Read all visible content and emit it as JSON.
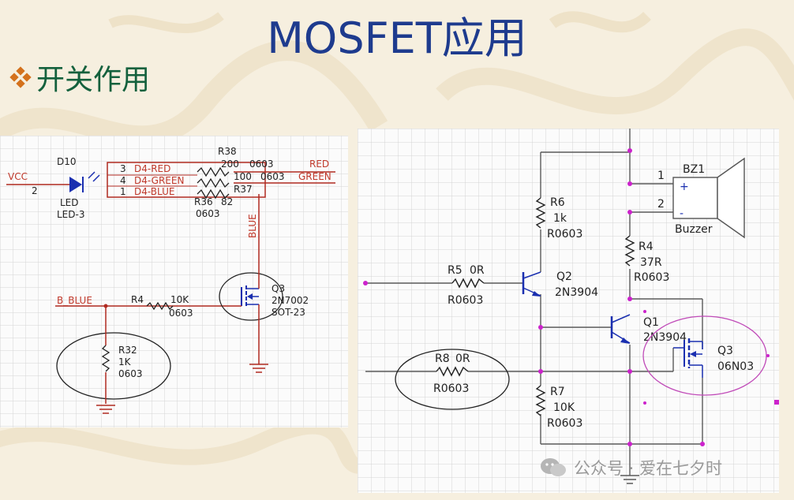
{
  "slide": {
    "title": "MOSFET应用",
    "subtitle": "开关作用",
    "bullet_icon": "diamond-bullet-icon"
  },
  "left_schematic": {
    "vcc": "VCC",
    "pin_2": "2",
    "d10": "D10",
    "led": "LED",
    "led3": "LED-3",
    "pin_3": "3",
    "pin_4": "4",
    "pin_1": "1",
    "net_red": "D4-RED",
    "net_green": "D4-GREEN",
    "net_blue": "D4-BLUE",
    "r38": "R38",
    "r38_val": "200",
    "r38_pkg": "0603",
    "r_green_val": "100",
    "r_green_pkg": "0603",
    "r37": "R37",
    "r36": "R36",
    "r36_val": "82",
    "r36_pkg": "0603",
    "out_red": "RED",
    "out_green": "GREEN",
    "blue_label": "BLUE",
    "b_blue": "B_BLUE",
    "r4": "R4",
    "r4_val": "10K",
    "r4_pkg": "0603",
    "q3": "Q3",
    "q3_part": "2N7002",
    "q3_pkg": "SOT-23",
    "r32": "R32",
    "r32_val": "1K",
    "r32_pkg": "0603"
  },
  "right_schematic": {
    "r6": "R6",
    "r6_val": "1k",
    "r6_pkg": "R0603",
    "r5": "R5",
    "r5_val": "0R",
    "r5_pkg": "R0603",
    "q2": "Q2",
    "q2_part": "2N3904",
    "r8": "R8",
    "r8_val": "0R",
    "r8_pkg": "R0603",
    "r7": "R7",
    "r7_val": "10K",
    "r7_pkg": "R0603",
    "r4": "R4",
    "r4_val": "37R",
    "r4_pkg": "R0603",
    "q1": "Q1",
    "q1_part": "2N3904",
    "q3": "Q3",
    "q3_part": "06N03",
    "bz1": "BZ1",
    "bz_pin1": "1",
    "bz_pin2": "2",
    "bz_plus": "+",
    "bz_minus": "-",
    "buzzer": "Buzzer"
  },
  "watermark": {
    "text": "公众号 · 爱在七夕时",
    "icon": "wechat-icon"
  },
  "colors": {
    "title": "#1e3b8e",
    "subtitle": "#14613d",
    "net_label_red": "#c0392b",
    "wire_red": "#b02a20",
    "component_blue": "#1a2fb0",
    "junction_magenta": "#cc22cc",
    "grid": "#d4d4d4"
  }
}
